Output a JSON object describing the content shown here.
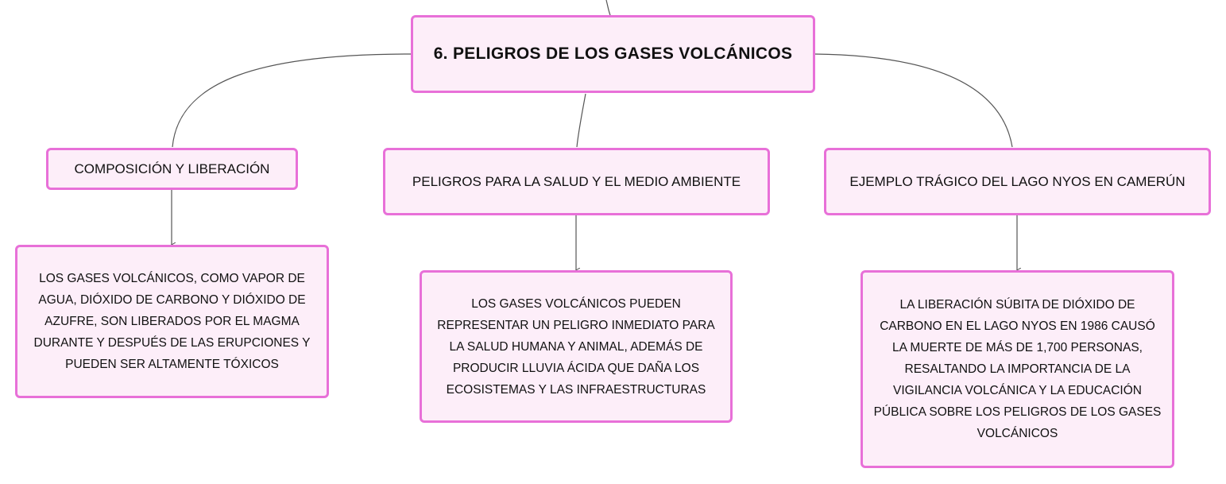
{
  "root": {
    "label": "6. PELIGROS DE LOS GASES VOLCÁNICOS"
  },
  "branches": [
    {
      "topic": "COMPOSICIÓN Y LIBERACIÓN",
      "detail": "LOS GASES VOLCÁNICOS, COMO VAPOR DE AGUA, DIÓXIDO DE CARBONO Y DIÓXIDO DE AZUFRE, SON LIBERADOS POR EL MAGMA DURANTE Y DESPUÉS DE LAS ERUPCIONES Y PUEDEN SER ALTAMENTE TÓXICOS"
    },
    {
      "topic": "PELIGROS PARA LA SALUD Y EL MEDIO AMBIENTE",
      "detail": "LOS GASES VOLCÁNICOS PUEDEN REPRESENTAR UN PELIGRO INMEDIATO PARA LA SALUD HUMANA Y ANIMAL, ADEMÁS DE PRODUCIR LLUVIA ÁCIDA QUE DAÑA LOS ECOSISTEMAS Y LAS INFRAESTRUCTURAS"
    },
    {
      "topic": "EJEMPLO TRÁGICO DEL LAGO NYOS EN CAMERÚN",
      "detail": "LA LIBERACIÓN SÚBITA DE DIÓXIDO DE CARBONO EN EL LAGO NYOS EN 1986 CAUSÓ LA MUERTE DE MÁS DE 1,700 PERSONAS, RESALTANDO LA IMPORTANCIA DE LA VIGILANCIA VOLCÁNICA Y LA EDUCACIÓN PÚBLICA SOBRE LOS PELIGROS DE LOS GASES VOLCÁNICOS"
    }
  ],
  "colors": {
    "node_border": "#e870d8",
    "node_fill": "#fdeef9",
    "connector": "#555555"
  }
}
